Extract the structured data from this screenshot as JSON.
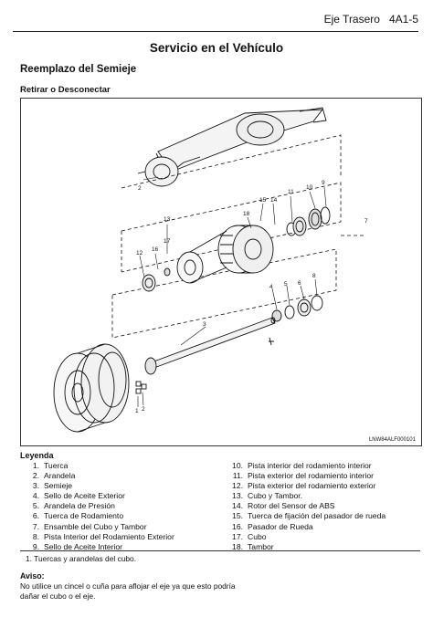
{
  "header": {
    "section": "Eje Trasero",
    "page": "4A1-5"
  },
  "page_title": "Servicio en el Vehículo",
  "section_title": "Reemplazo del Semieje",
  "subsection_title": "Retirar o Desconectar",
  "figure": {
    "code": "LNW84ALF000101",
    "labels": [
      "1",
      "2",
      "3",
      "4",
      "5",
      "6",
      "7",
      "8",
      "9",
      "10",
      "11",
      "12",
      "13",
      "14",
      "15",
      "16",
      "17",
      "18"
    ]
  },
  "legend": {
    "title": "Leyenda",
    "items": [
      {
        "num": "1.",
        "text": "Tuerca"
      },
      {
        "num": "2.",
        "text": "Arandela"
      },
      {
        "num": "3.",
        "text": "Semieje"
      },
      {
        "num": "4.",
        "text": "Sello de Aceite Exterior"
      },
      {
        "num": "5.",
        "text": "Arandela de Presión"
      },
      {
        "num": "6.",
        "text": "Tuerca de Rodamiento"
      },
      {
        "num": "7.",
        "text": "Ensamble del Cubo y Tambor"
      },
      {
        "num": "8.",
        "text": "Pista Interior del Rodamiento Exterior"
      },
      {
        "num": "9.",
        "text": "Sello de Aceite Interior"
      },
      {
        "num": "10.",
        "text": "Pista interior del rodamiento interior"
      },
      {
        "num": "11.",
        "text": "Pista exterior del rodamiento interior"
      },
      {
        "num": "12.",
        "text": "Pista exterior del rodamiento exterior"
      },
      {
        "num": "13.",
        "text": "Cubo y Tambor."
      },
      {
        "num": "14.",
        "text": "Rotor del Sensor de ABS"
      },
      {
        "num": "15.",
        "text": "Tuerca de fijación del pasador de rueda"
      },
      {
        "num": "16.",
        "text": "Pasador de Rueda"
      },
      {
        "num": "17.",
        "text": "Cubo"
      },
      {
        "num": "18.",
        "text": "Tambor"
      }
    ]
  },
  "note": "1.  Tuercas y arandelas del cubo.",
  "aviso": {
    "title": "Aviso:",
    "text": "No utilice un cincel o cuña para aflojar el eje ya que esto podría dañar el cubo o el eje."
  }
}
